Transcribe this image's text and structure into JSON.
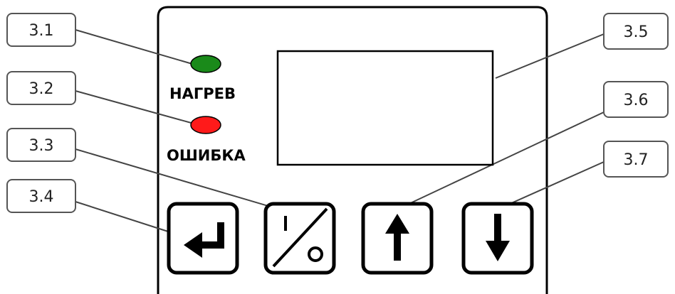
{
  "labels": {
    "heat": "НАГРЕВ",
    "error": "ОШИБКА"
  },
  "callouts": {
    "c1": "3.1",
    "c2": "3.2",
    "c3": "3.3",
    "c4": "3.4",
    "c5": "3.5",
    "c6": "3.6",
    "c7": "3.7"
  },
  "colors": {
    "heat_led": "#1a8a1a",
    "error_led": "#ff1a1a",
    "outline": "#000000",
    "leader": "#444444"
  },
  "icons": {
    "button_1": "enter-return-icon",
    "button_2": "power-on-off-icon",
    "button_3": "arrow-up-icon",
    "button_4": "arrow-down-icon"
  }
}
